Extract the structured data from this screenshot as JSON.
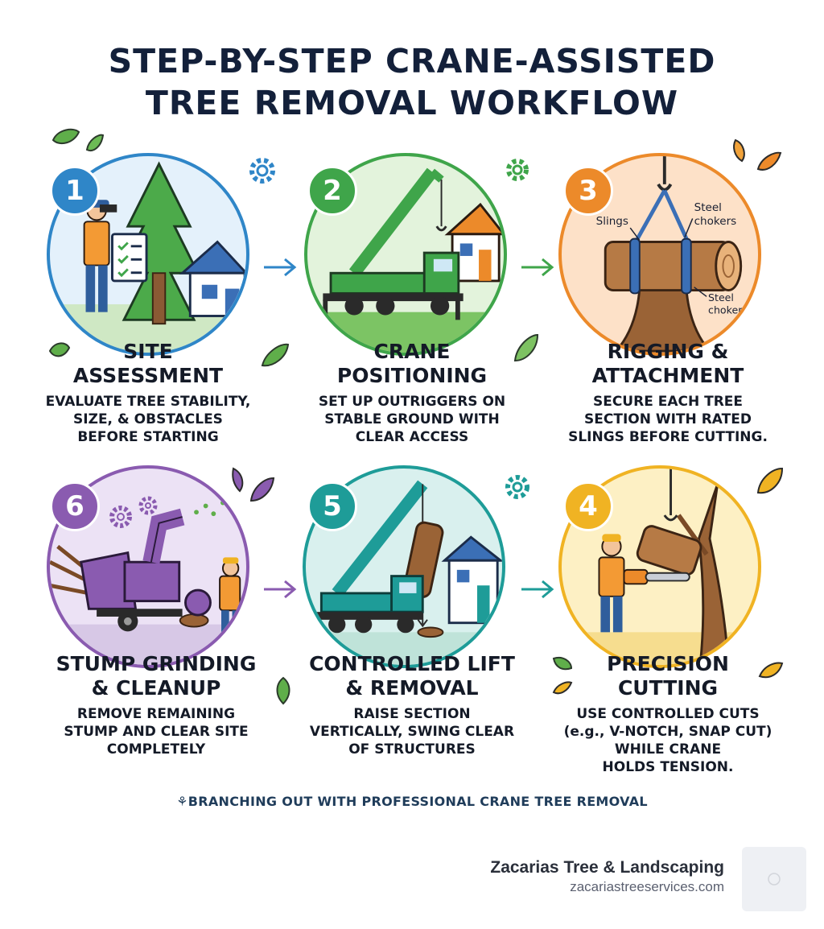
{
  "title": {
    "line1": "STEP-BY-STEP CRANE-ASSISTED",
    "line2": "TREE REMOVAL WORKFLOW"
  },
  "colors": {
    "step1": "#2f86c8",
    "step2": "#3fa54a",
    "step3": "#ec8a2a",
    "step4": "#f0b323",
    "step5": "#1e9c98",
    "step6": "#8a5bb0"
  },
  "steps": [
    {
      "number": "1",
      "title_lines": [
        "SITE",
        "ASSESSMENT"
      ],
      "desc_lines": [
        "EVALUATE TREE STABILITY,",
        "SIZE, & OBSTACLES",
        "BEFORE STARTING"
      ],
      "icon": "binoculars-worker-tree-house-icon"
    },
    {
      "number": "2",
      "title_lines": [
        "CRANE",
        "POSITIONING"
      ],
      "desc_lines": [
        "SET UP OUTRIGGERS ON",
        "STABLE GROUND WITH",
        "CLEAR ACCESS"
      ],
      "icon": "crane-truck-icon"
    },
    {
      "number": "3",
      "title_lines": [
        "RIGGING &",
        "ATTACHMENT"
      ],
      "desc_lines": [
        "SECURE EACH TREE",
        "SECTION WITH RATED",
        "SLINGS BEFORE CUTTING."
      ],
      "icon": "rigged-log-icon",
      "labels": {
        "slings": "Slings",
        "steel_chokers": "Steel\nchokers",
        "steel_choker": "Steel\nchoker"
      }
    },
    {
      "number": "4",
      "title_lines": [
        "PRECISION",
        "CUTTING"
      ],
      "desc_lines": [
        "USE CONTROLLED CUTS",
        "(e.g., V-NOTCH, SNAP CUT)",
        "WHILE CRANE",
        "HOLDS TENSION."
      ],
      "icon": "chainsaw-worker-icon"
    },
    {
      "number": "5",
      "title_lines": [
        "CONTROLLED LIFT",
        "& REMOVAL"
      ],
      "desc_lines": [
        "RAISE SECTION",
        "VERTICALLY, SWING CLEAR",
        "OF STRUCTURES"
      ],
      "icon": "crane-lift-log-icon"
    },
    {
      "number": "6",
      "title_lines": [
        "STUMP GRINDING",
        "& CLEANUP"
      ],
      "desc_lines": [
        "REMOVE REMAINING",
        "STUMP AND CLEAR SITE",
        "COMPLETELY"
      ],
      "icon": "wood-chipper-icon"
    }
  ],
  "tagline": "⚘BRANCHING OUT WITH PROFESSIONAL CRANE TREE REMOVAL",
  "brand": {
    "name": "Zacarias Tree & Landscaping",
    "url": "zacariastreeservices.com"
  }
}
